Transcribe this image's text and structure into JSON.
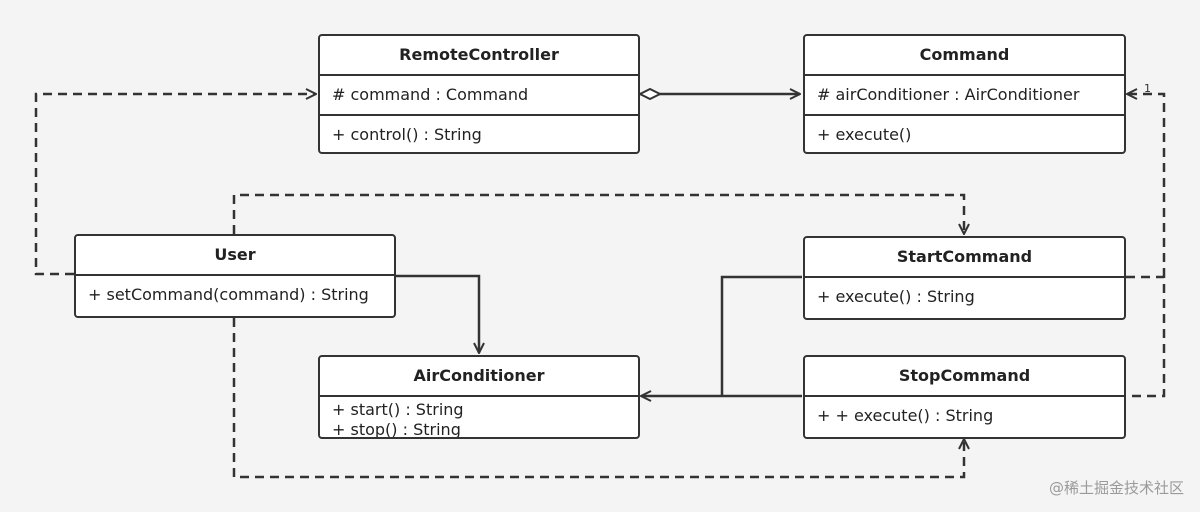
{
  "classes": {
    "remote_controller": {
      "name": "RemoteController",
      "attributes": [
        "# command : Command"
      ],
      "methods": [
        "+ control() : String"
      ]
    },
    "command": {
      "name": "Command",
      "attributes": [
        "# airConditioner : AirConditioner"
      ],
      "methods": [
        "+ execute()"
      ]
    },
    "user": {
      "name": "User",
      "methods": [
        "+ setCommand(command) : String"
      ]
    },
    "start_command": {
      "name": "StartCommand",
      "methods": [
        "+ execute() : String"
      ]
    },
    "stop_command": {
      "name": "StopCommand",
      "methods": [
        "+ + execute() : String"
      ]
    },
    "air_conditioner": {
      "name": "AirConditioner",
      "methods": [
        "+ start() : String",
        "+ stop() : String"
      ]
    }
  },
  "relationships": {
    "remote_to_command": "aggregation",
    "user_to_remote": "dependency",
    "user_to_start": "dependency",
    "user_to_stop": "dependency",
    "user_to_air": "association",
    "start_to_air": "association",
    "stop_to_air": "association",
    "start_to_command": "realization",
    "stop_to_command": "realization"
  },
  "multiplicity": "1",
  "watermark": "@稀土掘金技术社区",
  "colors": {
    "background": "#f4f4f4",
    "box_fill": "#ffffff",
    "stroke": "#333333",
    "watermark": "#9a9a9a"
  }
}
